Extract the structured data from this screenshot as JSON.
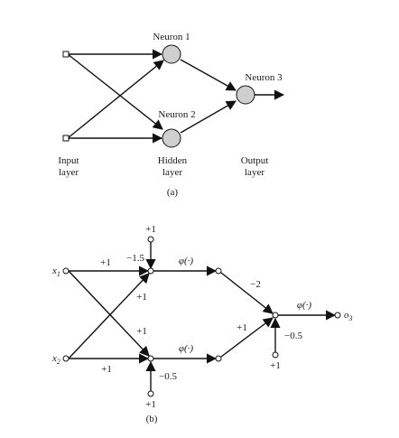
{
  "part_a": {
    "neuron1": "Neuron 1",
    "neuron2": "Neuron 2",
    "neuron3": "Neuron 3",
    "input_layer_1": "Input",
    "input_layer_2": "layer",
    "hidden_layer_1": "Hidden",
    "hidden_layer_2": "layer",
    "output_layer_1": "Output",
    "output_layer_2": "layer",
    "caption": "(a)"
  },
  "part_b": {
    "x1": "x",
    "x1_sub": "1",
    "x2": "x",
    "x2_sub": "2",
    "o3": "o",
    "o3_sub": "3",
    "bias_top_one": "+1",
    "bias_top_weight": "−1.5",
    "w_x1_n1": "+1",
    "w_x2_n1": "+1",
    "w_x1_n2": "+1",
    "w_x2_n2": "+1",
    "phi_n1": "φ(·)",
    "phi_n2": "φ(·)",
    "w_n1_n3": "−2",
    "w_n2_n3": "+1",
    "phi_n3": "φ(·)",
    "bias_n3_weight": "−0.5",
    "bias_n3_one": "+1",
    "bias_bottom_weight": "−0.5",
    "bias_bottom_one": "+1",
    "caption": "(b)"
  }
}
